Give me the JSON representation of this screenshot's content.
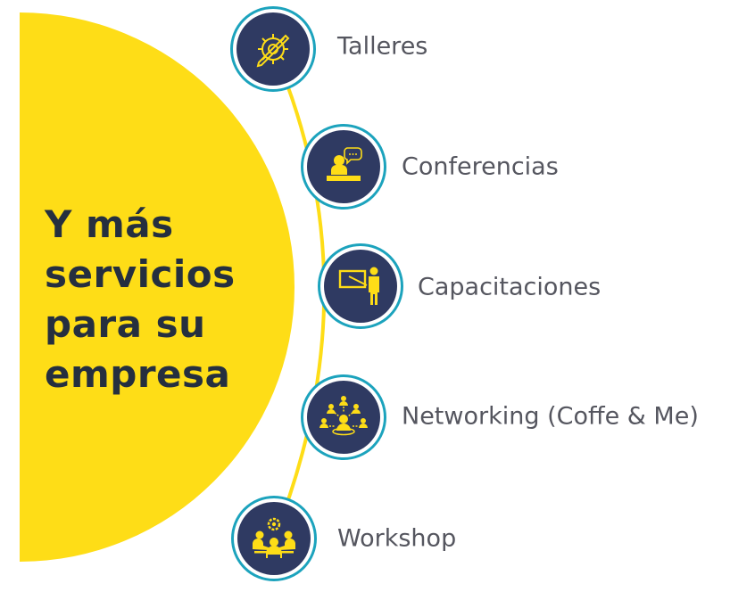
{
  "headline": [
    "Y más",
    "servicios",
    "para su",
    "empresa"
  ],
  "services": [
    {
      "label": "Talleres",
      "icon": "gear-pencil-icon"
    },
    {
      "label": "Conferencias",
      "icon": "speaker-podium-icon"
    },
    {
      "label": "Capacitaciones",
      "icon": "presenter-board-icon"
    },
    {
      "label": "Networking (Coffe & Me)",
      "icon": "network-people-icon"
    },
    {
      "label": "Workshop",
      "icon": "team-gear-icon"
    }
  ],
  "colors": {
    "yellow": "#fedd17",
    "navy": "#2f3a62",
    "ring": "#1ca3bd",
    "text": "#55565f",
    "headline": "#252f3f"
  }
}
